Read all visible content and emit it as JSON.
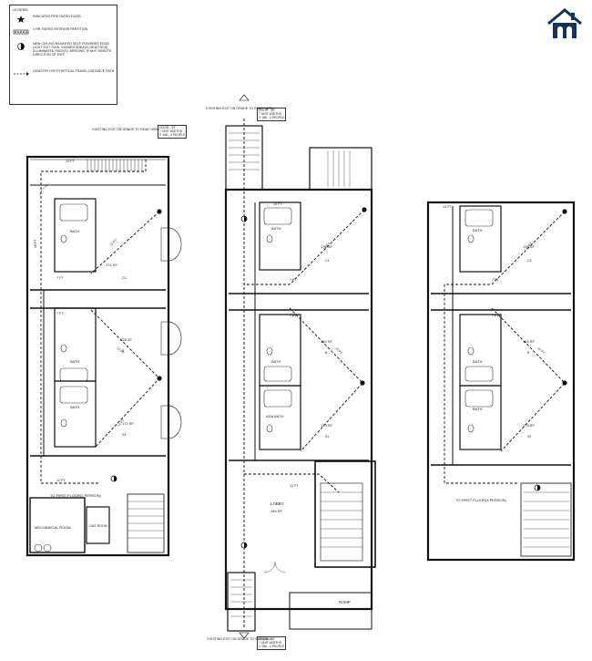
{
  "legend": {
    "title": "LEGEND",
    "items": [
      {
        "icon": "star-icon",
        "text": "INDICATES FIRE RATED DOOR"
      },
      {
        "icon": "rated-partition-icon",
        "text": "1 HR. RATED INTERIOR PARTITION"
      },
      {
        "icon": "exit-sign-icon",
        "text": "NEW CEILING MOUNTED SELF-POWERED EDGE LIGHT EXIT SIGN. SHADED AREA(S) DENOTE(S) ILLUMINATED FACE(S). ARROWS, IF ANY, DENOTE DIRECTION OF EXIT."
      },
      {
        "icon": "travel-path-icon",
        "text": "DENOTES HYPOTHETICAL TRAVEL DISTANCE PATH"
      }
    ]
  },
  "exits": {
    "left_top": {
      "label": "EXISTING EXIT ON GRADE TO REAR YARD",
      "door": "DOOR - 35\"",
      "units": "7 UNIT WIDTHS",
      "people": "X 156 - 4 PEOPLE"
    },
    "middle_top": {
      "label": "EXISTING EXIT ON GRADE TO REAR YARD",
      "door": "DOOR - 35\"",
      "units": "7 UNIT WIDTHS",
      "people": "X 156 - 4 PEOPLE"
    },
    "middle_bottom": {
      "label": "EXISTING EXIT ON GRADE TO SIDEWALK",
      "door": "DOOR - 36\"",
      "units": "7 UNIT WIDTHS",
      "people": "X 156 - 4 PEOPLE"
    }
  },
  "left_plan": {
    "dims": [
      "13 FT",
      "18 FT",
      "7 FT",
      "12 FT",
      "7 FT",
      "12 FT",
      "12 FT",
      "12 FT"
    ],
    "rooms": [
      {
        "name": "BATH"
      },
      {
        "name": "BATH"
      },
      {
        "name": "BATH"
      }
    ],
    "areas": [
      "171 SF",
      "128 SF",
      "172 SF"
    ],
    "unit_tags": [
      "C2",
      "B",
      "S4"
    ],
    "mechanical": "MECHANICAL ROOM",
    "gas_room": "GAS ROOM",
    "to_first_floor": "TO FIRST FLOOR(2 PERSON)"
  },
  "middle_plan": {
    "dims": [
      "13 FT",
      "7 FT",
      "12 FT",
      "7 FT",
      "12 FT",
      "12 FT"
    ],
    "rooms": [
      {
        "name": "BATH"
      },
      {
        "name": "BATH"
      },
      {
        "name": "ADA BATH"
      }
    ],
    "areas": [
      "172 SF",
      "169 SF",
      "173 SF"
    ],
    "unit_tags": [
      "C1",
      "B",
      "S1"
    ],
    "lobby": "LOBBY",
    "lobby_area": "184 SF",
    "ramp": "RAMP"
  },
  "right_plan": {
    "dims": [
      "13 FT",
      "7 FT",
      "12 FT",
      "7 FT",
      "12 FT"
    ],
    "rooms": [
      {
        "name": "BATH"
      },
      {
        "name": "BATH"
      },
      {
        "name": "BATH"
      }
    ],
    "areas": [
      "172 SF",
      "169 SF",
      "173 SF"
    ],
    "unit_tags": [
      "C2",
      "B",
      "S2"
    ],
    "to_first_floor": "TO FIRST FLOOR(3 PERSON)"
  }
}
